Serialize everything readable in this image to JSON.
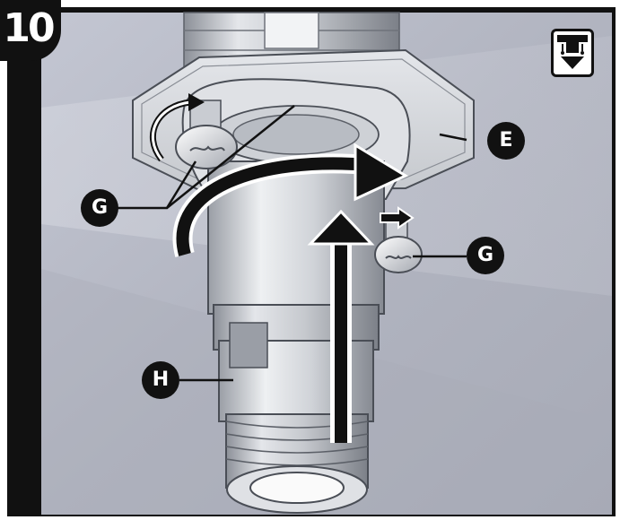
{
  "step": {
    "number": "10"
  },
  "callouts": {
    "e": "E",
    "g_left": "G",
    "g_right": "G",
    "h": "H"
  },
  "icons": {
    "mount": "mount-under-sink-icon"
  },
  "colors": {
    "frame": "#111111",
    "background": "#b8bcc8",
    "metal_light": "#e6e8ec",
    "metal_mid": "#b4b8c0",
    "metal_dark": "#7a7e86"
  }
}
